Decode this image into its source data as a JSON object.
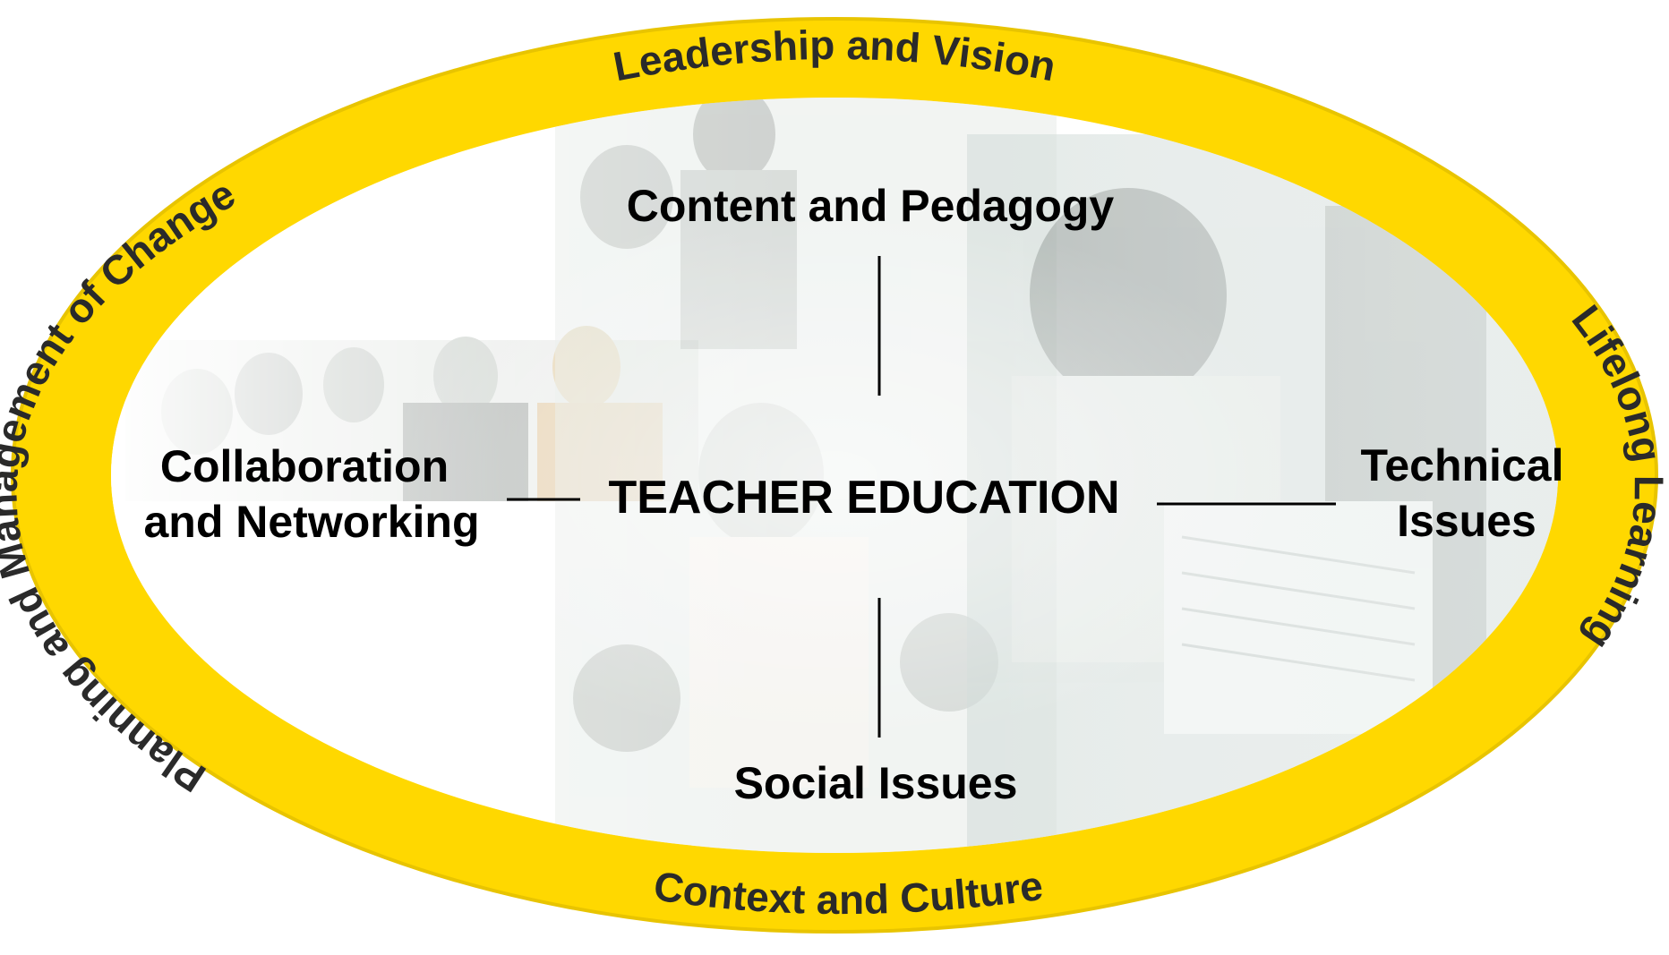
{
  "diagram": {
    "ring": {
      "top": "Leadership and Vision",
      "bottom": "Context and Culture",
      "left": "Planning and Management of Change",
      "right": "Lifelong Learning"
    },
    "center": "TEACHER EDUCATION",
    "nodes": {
      "top": "Content and Pedagogy",
      "bottom": "Social Issues",
      "left_line1": "Collaboration",
      "left_line2": "and Networking",
      "right_line1": "Technical",
      "right_line2": "Issues"
    }
  },
  "colors": {
    "ring": "#ffd800",
    "ring_edge": "#e8c400",
    "photo_tint": "#b9c9c4"
  },
  "photo_regions": [
    "meeting-group-photo",
    "classroom-teacher-photo",
    "computer-user-photo"
  ]
}
